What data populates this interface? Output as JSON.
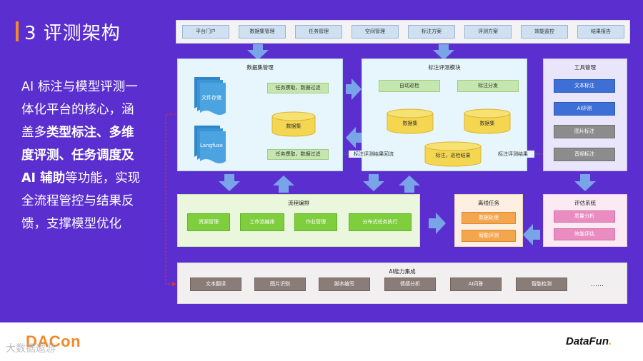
{
  "title": "3 评测架构",
  "description": {
    "p1": "AI 标注与模型评测一体化平台的核心，涵盖多",
    "b1": "类型标注、多维度评测、任务调度及 AI 辅助",
    "p2": "等功能，实现全流程管控与结果反馈，支撑模型优化"
  },
  "nav": [
    "平台门户",
    "数据集管理",
    "任务管理",
    "空间管理",
    "标注方案",
    "评测方案",
    "效能监控",
    "结果报告"
  ],
  "dataset_panel": {
    "title": "数据集管理",
    "doc1": "文件存储",
    "doc2": "Langfuse",
    "filter_top": "任务撰取，数据过滤",
    "db": "数据集",
    "filter_bottom": "任务撰取，数据过滤"
  },
  "label_panel": {
    "title": "标注评测模块",
    "auto_check": "自动巡检",
    "dispatch": "标注分发",
    "db1": "数据集",
    "db2": "数据集",
    "result": "标注，巡检结果",
    "feedback": "标注评测结果回流",
    "label_result": "标注评测结果"
  },
  "tools_panel": {
    "title": "工具管理",
    "items": [
      "文本标注",
      "AI评测",
      "图片标注",
      "音频标注"
    ]
  },
  "workflow_panel": {
    "title": "流程编排",
    "items": [
      "资源管理",
      "工作流编排",
      "作业管理",
      "分布式任务执行"
    ]
  },
  "offline_panel": {
    "title": "离线任务",
    "items": [
      "数据处理",
      "智能评测"
    ]
  },
  "eval_panel": {
    "title": "评估系统",
    "items": [
      "质量分析",
      "效能评估"
    ]
  },
  "ai_panel": {
    "title": "AI能力集成",
    "items": [
      "文本翻译",
      "图片识别",
      "脚本编写",
      "情感分析",
      "AI问答",
      "智能检测",
      "……"
    ]
  },
  "footer": {
    "left_logo": "DACon",
    "left_watermark": "大数据遨游",
    "right_logo_a": "DataFun",
    "right_logo_b": "."
  }
}
